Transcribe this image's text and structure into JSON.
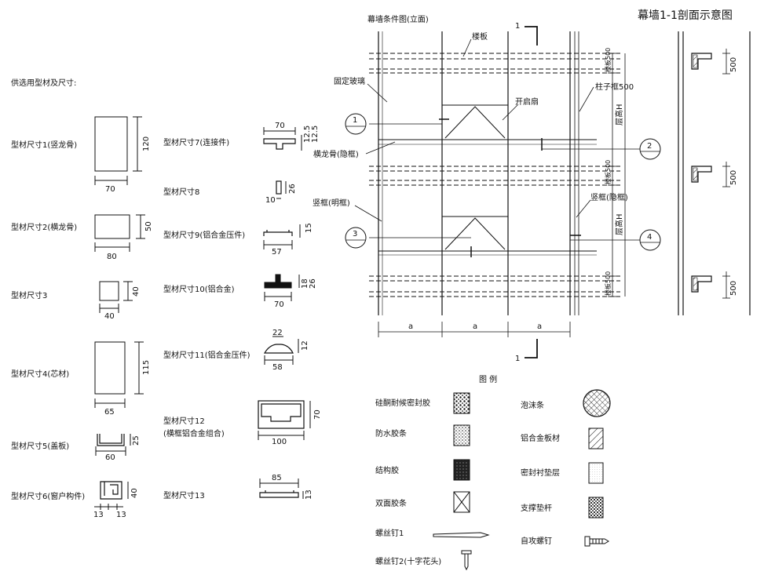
{
  "page": {
    "title_right": "幕墙1-1剖面示意图",
    "title_elevation": "幕墙条件图(立面)",
    "intro": "供选用型材及尺寸:"
  },
  "profiles": [
    {
      "id": "p1",
      "label": "型材尺寸1(竖龙骨)",
      "dims": [
        "70",
        "120"
      ]
    },
    {
      "id": "p2",
      "label": "型材尺寸2(横龙骨)",
      "dims": [
        "80",
        "50"
      ]
    },
    {
      "id": "p3",
      "label": "型材尺寸3",
      "dims": [
        "40",
        "40"
      ]
    },
    {
      "id": "p4",
      "label": "型材尺寸4(芯材)",
      "dims": [
        "65",
        "115"
      ]
    },
    {
      "id": "p5",
      "label": "型材尺寸5(盖板)",
      "dims": [
        "60",
        "25"
      ]
    },
    {
      "id": "p6",
      "label": "型材尺寸6(窗户构件)",
      "dims": [
        "13",
        "13",
        "40"
      ]
    },
    {
      "id": "p7",
      "label": "型材尺寸7(连接件)",
      "dims": [
        "70",
        "12.5",
        "12.5"
      ]
    },
    {
      "id": "p8",
      "label": "型材尺寸8",
      "dims": [
        "10",
        "26"
      ]
    },
    {
      "id": "p9",
      "label": "型材尺寸9(铝合金压件)",
      "dims": [
        "57",
        "15"
      ]
    },
    {
      "id": "p10",
      "label": "型材尺寸10(铝合金)",
      "dims": [
        "70",
        "18",
        "26"
      ]
    },
    {
      "id": "p11",
      "label": "型材尺寸11(铝合金压件)",
      "dims": [
        "22",
        "58",
        "12"
      ]
    },
    {
      "id": "p12",
      "label": "型材尺寸12",
      "label2": "(横框铝合金组合)",
      "dims": [
        "100",
        "70"
      ]
    },
    {
      "id": "p13",
      "label": "型材尺寸13",
      "dims": [
        "85",
        "13"
      ]
    }
  ],
  "elevation": {
    "labels": {
      "floor_slab": "楼板",
      "fixed_glass": "固定玻璃",
      "open_sash": "开启扇",
      "column_frame": "柱子框500",
      "transom": "横龙骨(隐框)",
      "mullion_exposed": "竖框(明框)",
      "mullion_hidden": "竖框(隐框)",
      "floor_height_1": "层高H",
      "floor_height_2": "层高H",
      "slab_1": "楼板500",
      "slab_2": "楼板500",
      "slab_3": "楼板500",
      "a1": "a",
      "a2": "a",
      "a3": "a",
      "section_top": "1",
      "section_bottom": "1"
    },
    "circles": [
      "1",
      "2",
      "3",
      "4"
    ]
  },
  "section": {
    "dims": [
      "500",
      "500",
      "500"
    ]
  },
  "legend": {
    "title": "图  例",
    "items": [
      {
        "name": "silicone",
        "label": "硅酮耐候密封胶"
      },
      {
        "name": "foam",
        "label": "泡沫条"
      },
      {
        "name": "waterproof",
        "label": "防水胶条"
      },
      {
        "name": "aluminum",
        "label": "铝合金板材"
      },
      {
        "name": "structural",
        "label": "结构胶"
      },
      {
        "name": "gasket",
        "label": "密封衬垫层"
      },
      {
        "name": "double-tape",
        "label": "双面胶条"
      },
      {
        "name": "support-rod",
        "label": "支撑垫杆"
      },
      {
        "name": "screw1",
        "label": "螺丝钉1"
      },
      {
        "name": "self-tap",
        "label": "自攻螺钉"
      },
      {
        "name": "screw2",
        "label": "螺丝钉2(十字花头)"
      }
    ]
  }
}
